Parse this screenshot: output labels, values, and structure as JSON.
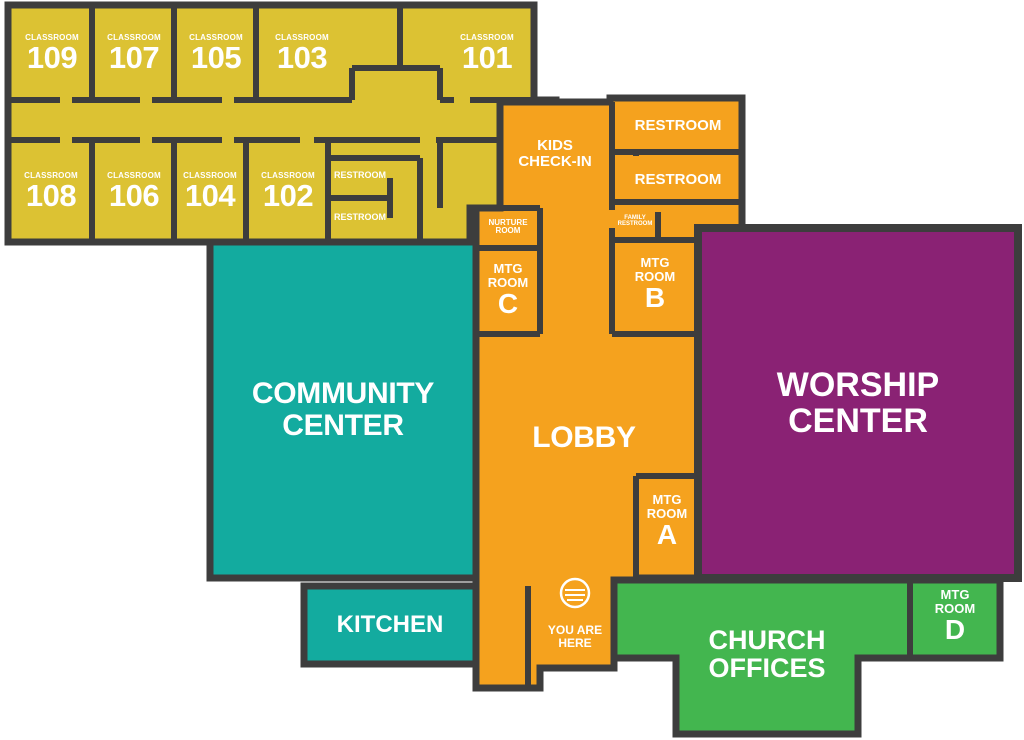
{
  "colors": {
    "classroom_wing": "#dcc233",
    "lobby": "#f5a21e",
    "community": "#13ab9f",
    "worship": "#8a2274",
    "offices": "#43b64f",
    "wall": "#3d3d3d"
  },
  "classrooms": {
    "prefix": "CLASSROOM",
    "r109": "109",
    "r107": "107",
    "r105": "105",
    "r103": "103",
    "r101": "101",
    "r108": "108",
    "r106": "106",
    "r104": "104",
    "r102": "102"
  },
  "restrooms": {
    "west_upper": "RESTROOM",
    "west_lower": "RESTROOM",
    "east_upper": "RESTROOM",
    "east_lower": "RESTROOM",
    "family_line1": "FAMILY",
    "family_line2": "RESTROOM"
  },
  "nurture": {
    "line1": "NURTURE",
    "line2": "ROOM"
  },
  "kids_checkin": {
    "line1": "KIDS",
    "line2": "CHECK-IN"
  },
  "meeting_rooms": {
    "prefix1": "MTG",
    "prefix2": "ROOM",
    "a": "A",
    "b": "B",
    "c": "C",
    "d": "D"
  },
  "community_center": {
    "line1": "COMMUNITY",
    "line2": "CENTER"
  },
  "lobby": "LOBBY",
  "worship_center": {
    "line1": "WORSHIP",
    "line2": "CENTER"
  },
  "kitchen": "KITCHEN",
  "church_offices": {
    "line1": "CHURCH",
    "line2": "OFFICES"
  },
  "you_are_here": {
    "line1": "YOU ARE",
    "line2": "HERE",
    "icon": "location-marker-icon"
  }
}
